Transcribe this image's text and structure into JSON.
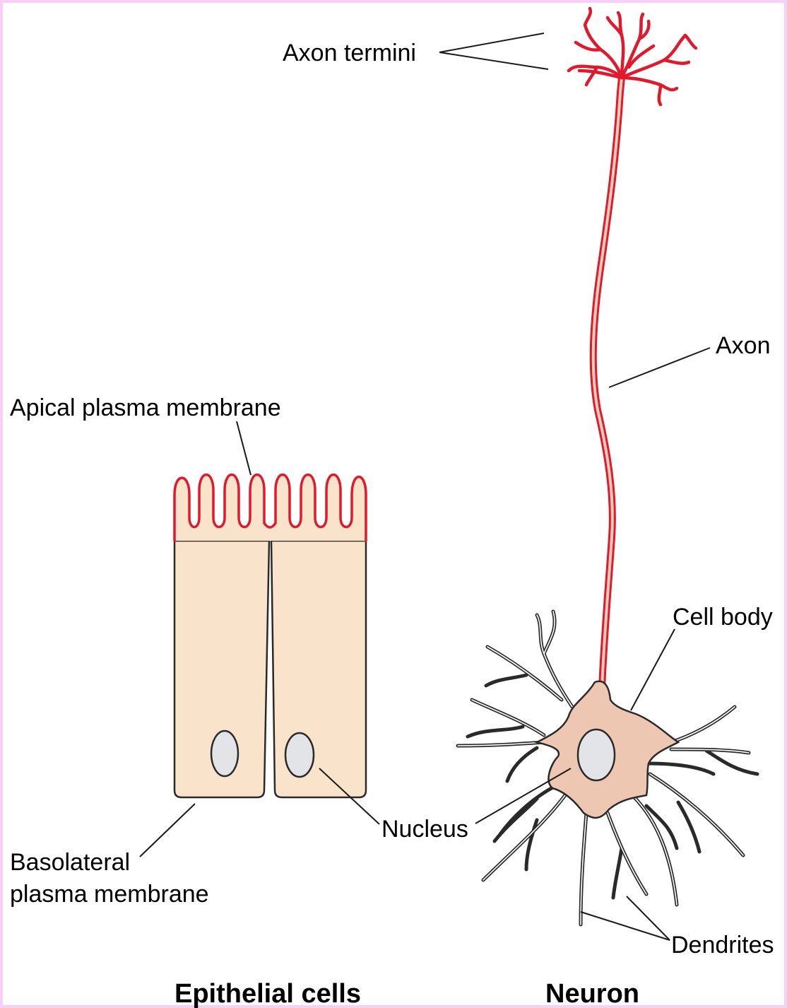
{
  "labels": {
    "axon_termini": "Axon termini",
    "axon": "Axon",
    "apical_membrane": "Apical plasma membrane",
    "cell_body": "Cell body",
    "nucleus": "Nucleus",
    "basolateral_line1": "Basolateral",
    "basolateral_line2": "plasma membrane",
    "dendrites": "Dendrites"
  },
  "captions": {
    "epithelial": "Epithelial cells",
    "neuron": "Neuron"
  },
  "colors": {
    "page_border": "#f8d0f5",
    "membrane_red": "#e0192d",
    "cell_cytoplasm": "#f9e3ca",
    "neuron_body": "#eec7b3",
    "nucleus": "#e3e4e8"
  }
}
